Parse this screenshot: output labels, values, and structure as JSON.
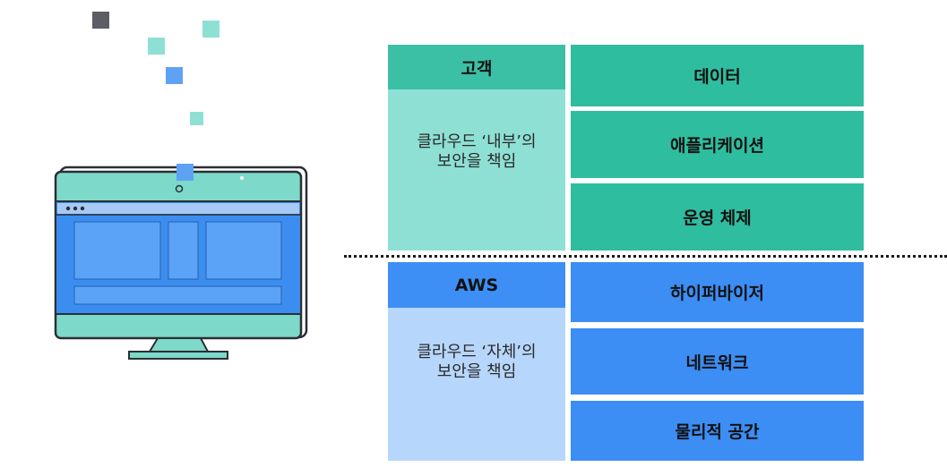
{
  "customer": {
    "header": "고객",
    "description": "클라우드 ‘내부’의\n보안을 책임",
    "items": [
      "데이터",
      "애플리케이션",
      "운영 체제"
    ]
  },
  "aws": {
    "header": "AWS",
    "description": "클라우드 ‘자체’의\n보안을 책임",
    "items": [
      "하이퍼바이저",
      "네트워크",
      "물리적 공간"
    ]
  },
  "icons": [
    "pixel-square-icon",
    "computer-monitor-icon"
  ],
  "colors": {
    "customer_header": "#3bbfa5",
    "customer_body": "#8ee0d4",
    "customer_cell": "#2fbda0",
    "aws_header": "#3d8ff5",
    "aws_body": "#b7d6fb",
    "aws_cell": "#3c8df4",
    "monitor_frame": "#7dd9c9",
    "monitor_screen": "#3b8ef0"
  }
}
